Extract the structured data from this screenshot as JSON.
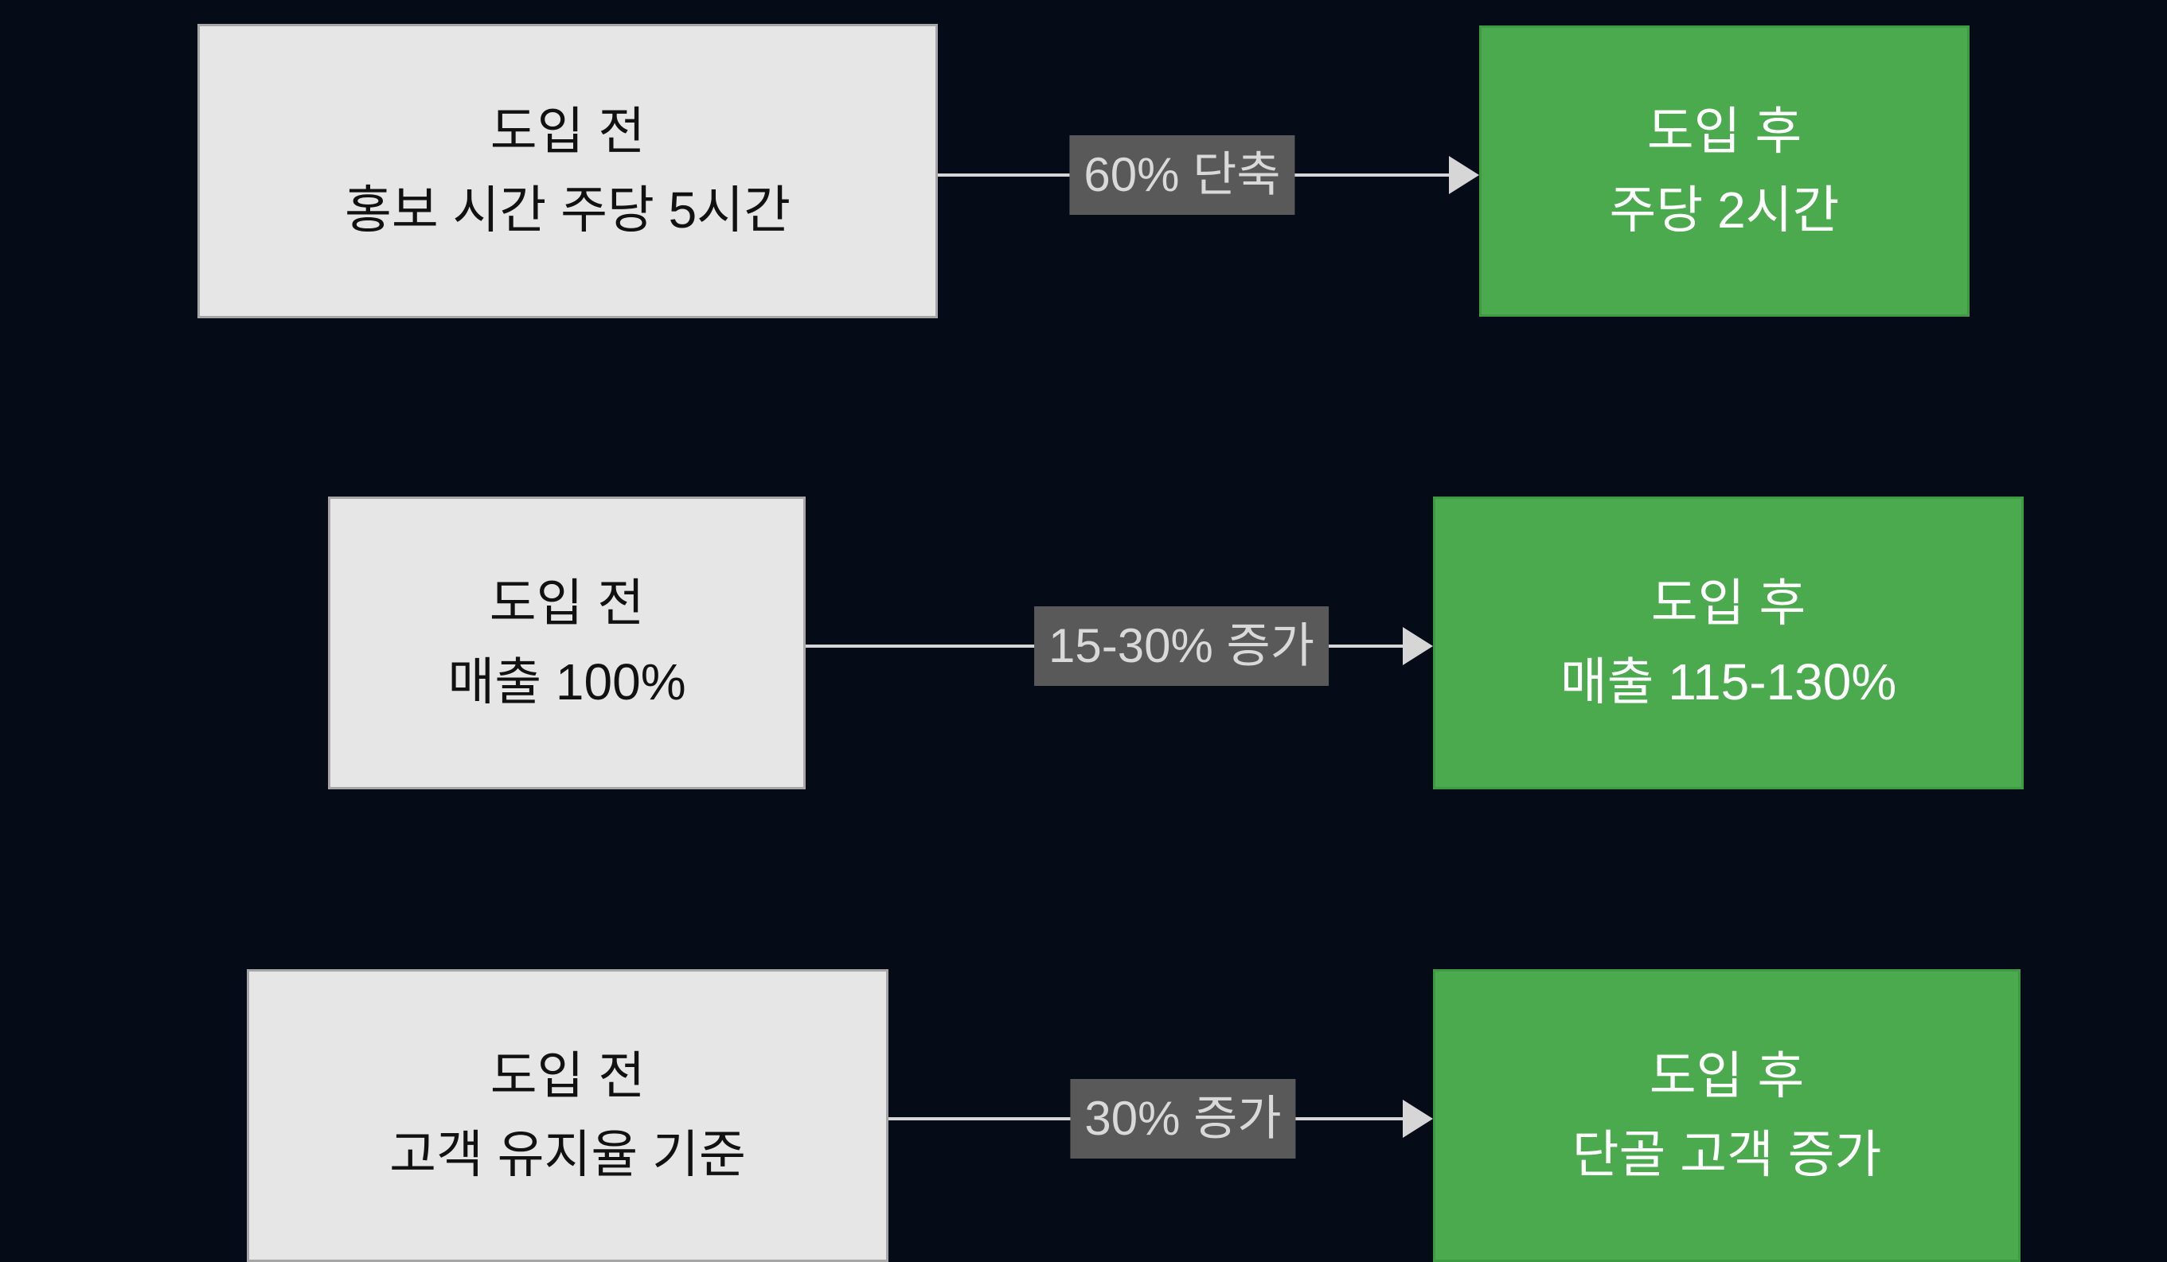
{
  "diagram": {
    "title": "before-after-benefit-flow",
    "rows": [
      {
        "before": {
          "line1": "도입 전",
          "line2": "홍보 시간 주당 5시간"
        },
        "change": "60% 단축",
        "after": {
          "line1": "도입 후",
          "line2": "주당 2시간"
        }
      },
      {
        "before": {
          "line1": "도입 전",
          "line2": "매출 100%"
        },
        "change": "15-30% 증가",
        "after": {
          "line1": "도입 후",
          "line2": "매출 115-130%"
        }
      },
      {
        "before": {
          "line1": "도입 전",
          "line2": "고객 유지율 기준"
        },
        "change": "30% 증가",
        "after": {
          "line1": "도입 후",
          "line2": "단골 고객 증가"
        }
      }
    ],
    "colors": {
      "background": "#050b17",
      "before_fill": "#e7e6e6",
      "before_border": "#a6a6a6",
      "after_fill": "#4baa4e",
      "after_border": "#3f9a44",
      "arrow": "#d6d6d6",
      "chip_bg": "#595959",
      "chip_text": "#d9d9d9"
    }
  }
}
